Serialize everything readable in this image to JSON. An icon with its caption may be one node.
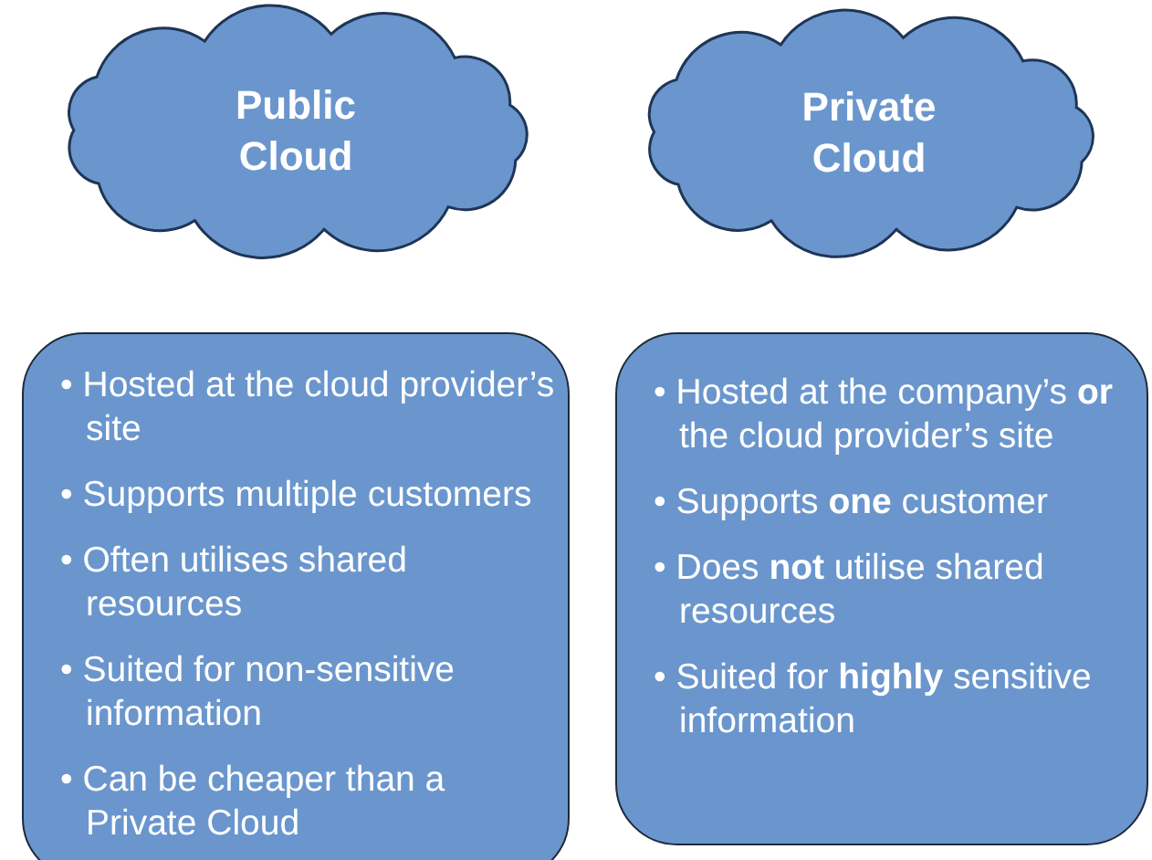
{
  "diagram": {
    "nodes": [
      {
        "text": [
          "Public Cloud"
        ]
      },
      {
        "text": [
          "Private Cloud"
        ]
      },
      {
        "text": [
          "• Hosted at the cloud provider’s site",
          "• Supports multiple customers",
          "• Often utilises shared resources",
          "• Suited for non-sensitive information",
          "• Can be cheaper than a Private Cloud"
        ]
      },
      {
        "text": [
          "• Hosted at the company’s **or** the cloud provider’s site",
          "• Supports **one** customer",
          "• Does **not** utilise shared resources",
          "• Suited for **highly** sensitive information"
        ]
      }
    ]
  }
}
